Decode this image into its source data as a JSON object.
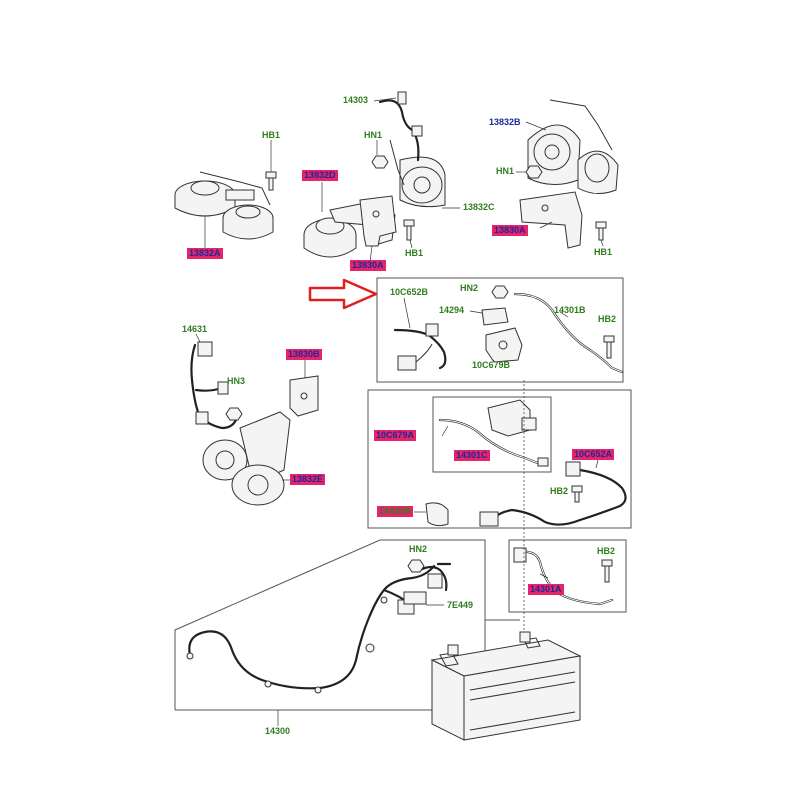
{
  "labels": {
    "p14303": "14303",
    "hb1_top": "HB1",
    "hn1_mid": "HN1",
    "p13832B": "13832B",
    "p13832D": "13832D",
    "hn1_right": "HN1",
    "p13832C": "13832C",
    "p13832A": "13832A",
    "p13830A_mid": "13830A",
    "hb1_mid": "HB1",
    "p13830A_right": "13830A",
    "hb1_right": "HB1",
    "hn2_top": "HN2",
    "p10C652B": "10C652B",
    "p14294": "14294",
    "p14301B": "14301B",
    "hb2_top": "HB2",
    "p10C679B": "10C679B",
    "p14631": "14631",
    "p13830B": "13830B",
    "hn3": "HN3",
    "p10C679A": "10C679A",
    "p14301C": "14301C",
    "p10C652A": "10C652A",
    "p13832E": "13832E",
    "hb2_mid": "HB2",
    "p14A099": "14A099",
    "hn2_bottom": "HN2",
    "hb2_bottom": "HB2",
    "p7E449": "7E449",
    "p14301A": "14301A",
    "p14300": "14300"
  },
  "colors": {
    "label_green": "#2f7d1f",
    "label_blue": "#1a2a9a",
    "highlight": "#e8236a",
    "arrow": "#e02020"
  }
}
